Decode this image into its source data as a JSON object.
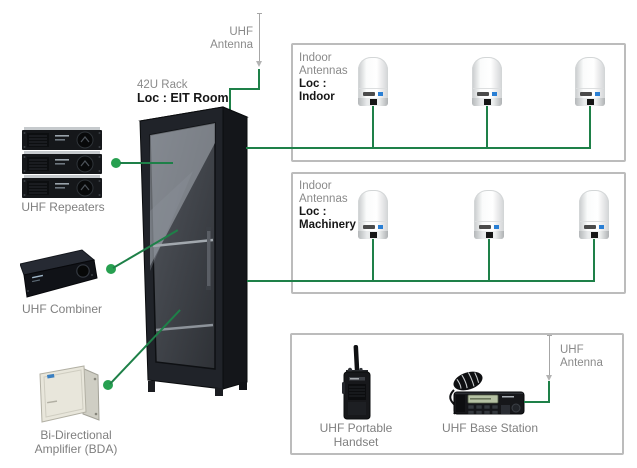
{
  "colors": {
    "cable_green": "#1e8048",
    "junction_dot_green": "#27a050",
    "zone_box_border": "#bcbcbc",
    "label_gray": "#8a8a8a",
    "label_dark": "#161616"
  },
  "rack": {
    "name": "42U Rack",
    "location": "Loc : EIT Room"
  },
  "rooftop_antenna": {
    "label": "UHF Antenna"
  },
  "repeaters": {
    "label": "UHF Repeaters",
    "unit_count": 3
  },
  "combiner": {
    "label": "UHF Combiner"
  },
  "bda": {
    "label_line1": "Bi-Directional",
    "label_line2": "Amplifier (BDA)"
  },
  "antenna_boxes": [
    {
      "type_line1": "Indoor",
      "type_line2": "Antennas",
      "loc_label": "Loc :",
      "loc_value": "Indoor",
      "antenna_count": 3
    },
    {
      "type_line1": "Indoor",
      "type_line2": "Antennas",
      "loc_label": "Loc :",
      "loc_value": "Machinery",
      "antenna_count": 3
    }
  ],
  "field_equipment_box": {
    "handset_label_line1": "UHF Portable",
    "handset_label_line2": "Handset",
    "base_station_label": "UHF Base Station",
    "antenna_label": "UHF Antenna"
  }
}
